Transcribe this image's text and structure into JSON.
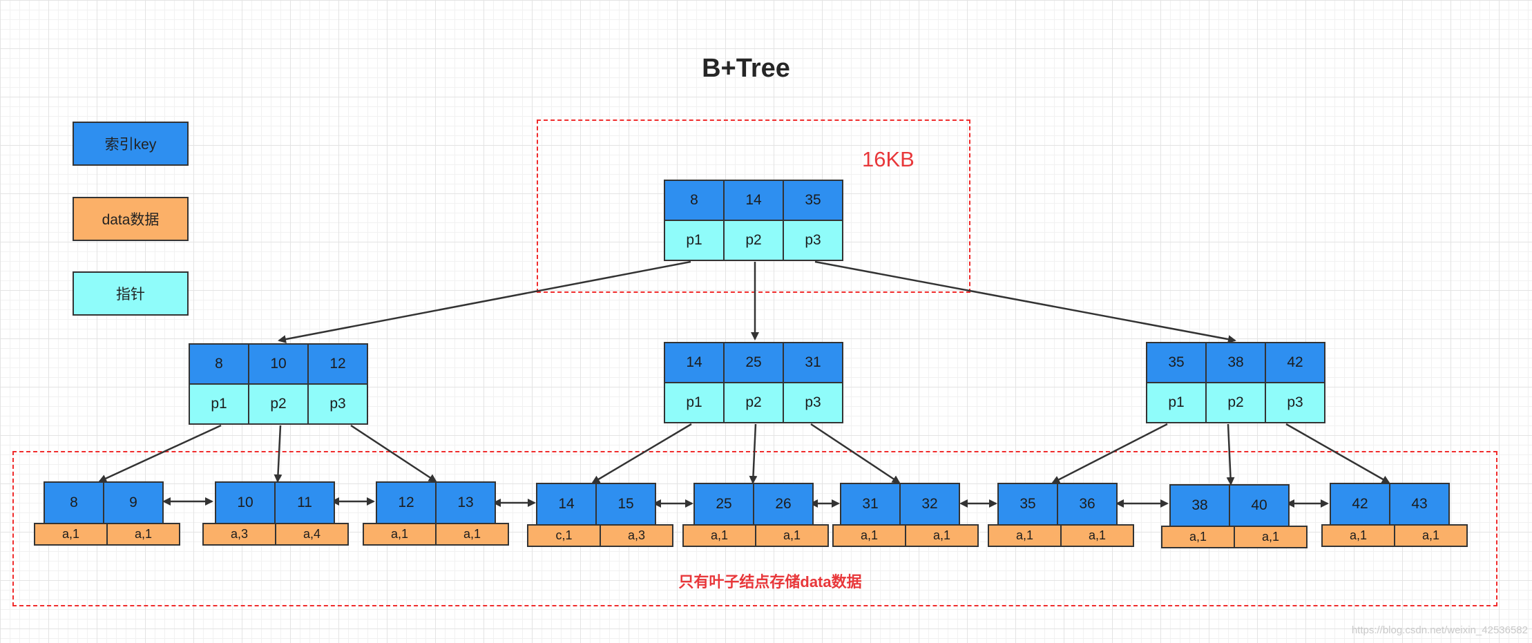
{
  "title": "B+Tree",
  "size_label": "16KB",
  "leaf_note": "只有叶子结点存储data数据",
  "watermark": "https://blog.csdn.net/weixin_42536582",
  "legend": {
    "key": "索引key",
    "data": "data数据",
    "pointer": "指针"
  },
  "colors": {
    "key": "#2e8ff0",
    "data": "#fbb068",
    "pointer": "#8ffcfa",
    "dashed_box": "#f02b2b"
  },
  "root": {
    "keys": [
      "8",
      "14",
      "35"
    ],
    "ptrs": [
      "p1",
      "p2",
      "p3"
    ]
  },
  "internal": [
    {
      "keys": [
        "8",
        "10",
        "12"
      ],
      "ptrs": [
        "p1",
        "p2",
        "p3"
      ]
    },
    {
      "keys": [
        "14",
        "25",
        "31"
      ],
      "ptrs": [
        "p1",
        "p2",
        "p3"
      ]
    },
    {
      "keys": [
        "35",
        "38",
        "42"
      ],
      "ptrs": [
        "p1",
        "p2",
        "p3"
      ]
    }
  ],
  "leaves": [
    {
      "keys": [
        "8",
        "9"
      ],
      "data": [
        "a,1",
        "a,1"
      ]
    },
    {
      "keys": [
        "10",
        "11"
      ],
      "data": [
        "a,3",
        "a,4"
      ]
    },
    {
      "keys": [
        "12",
        "13"
      ],
      "data": [
        "a,1",
        "a,1"
      ]
    },
    {
      "keys": [
        "14",
        "15"
      ],
      "data": [
        "c,1",
        "a,3"
      ]
    },
    {
      "keys": [
        "25",
        "26"
      ],
      "data": [
        "a,1",
        "a,1"
      ]
    },
    {
      "keys": [
        "31",
        "32"
      ],
      "data": [
        "a,1",
        "a,1"
      ]
    },
    {
      "keys": [
        "35",
        "36"
      ],
      "data": [
        "a,1",
        "a,1"
      ]
    },
    {
      "keys": [
        "38",
        "40"
      ],
      "data": [
        "a,1",
        "a,1"
      ]
    },
    {
      "keys": [
        "42",
        "43"
      ],
      "data": [
        "a,1",
        "a,1"
      ]
    }
  ]
}
